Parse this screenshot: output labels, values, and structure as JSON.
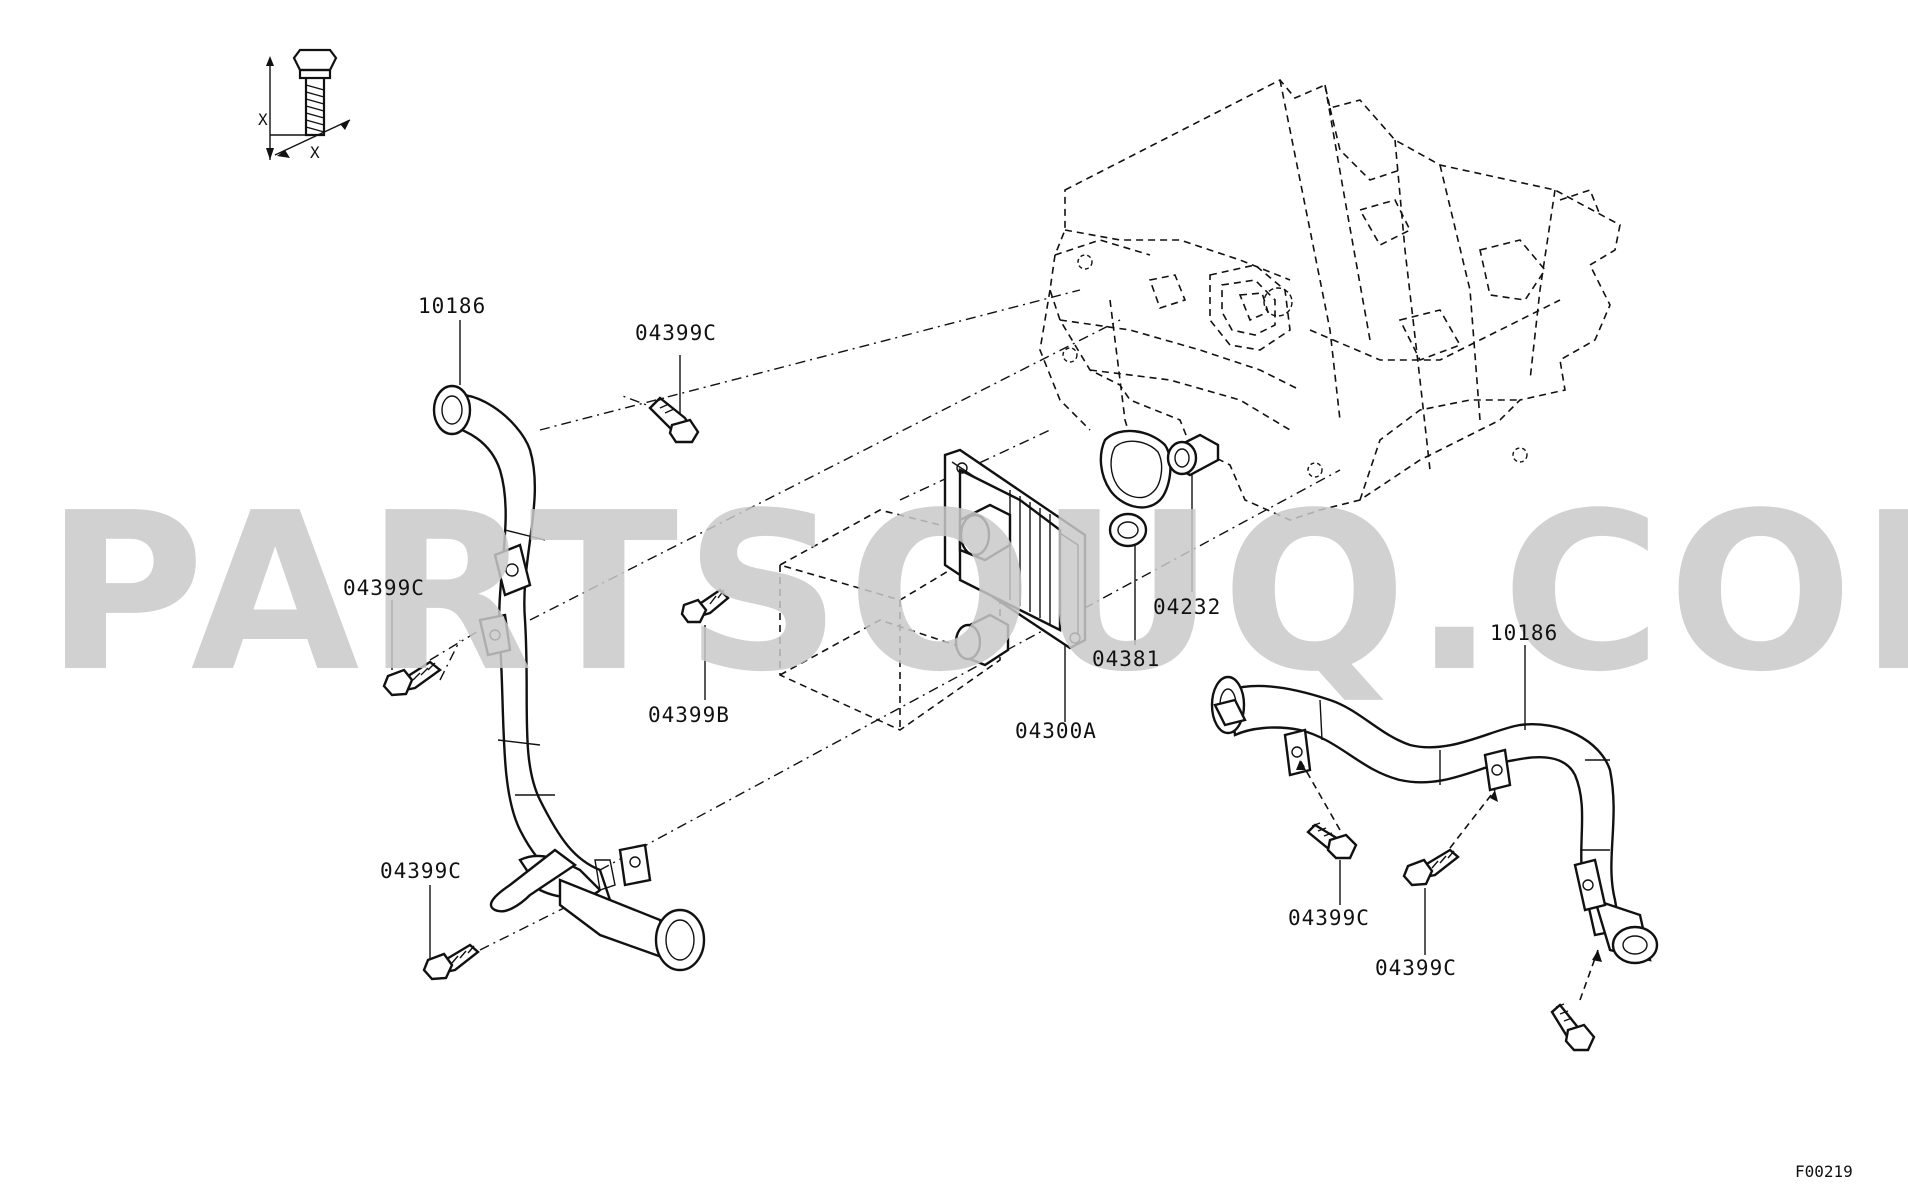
{
  "diagram_code": "F00219",
  "watermark": "PARTSOUQ.COM",
  "dimension_symbol": "X",
  "parts": {
    "hose_upper_left": "10186",
    "bolt_top_center": "04399C",
    "bolt_mid_left": "04399C",
    "bolt_lower_left": "04399C",
    "bolt_cooler": "04399B",
    "oil_cooler": "04300A",
    "gasket": "04381",
    "fitting": "04232",
    "hose_right": "10186",
    "bolt_right_a": "04399C",
    "bolt_right_b": "04399C"
  }
}
